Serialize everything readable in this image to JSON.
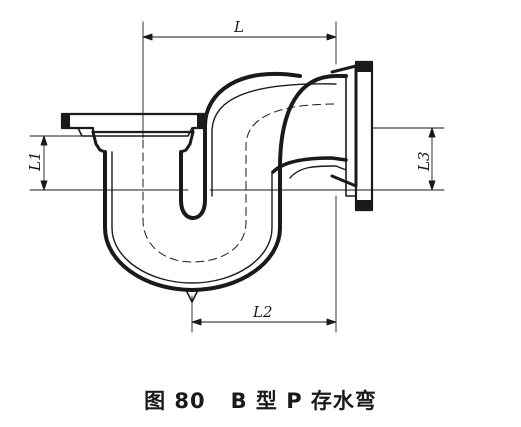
{
  "figure": {
    "caption": {
      "figure_number": "图 80",
      "title": "B 型 P 存水弯"
    },
    "dimensions": {
      "overall_length": "L",
      "inlet_height": "L1",
      "outlet_offset": "L2",
      "outlet_height": "L3"
    }
  }
}
